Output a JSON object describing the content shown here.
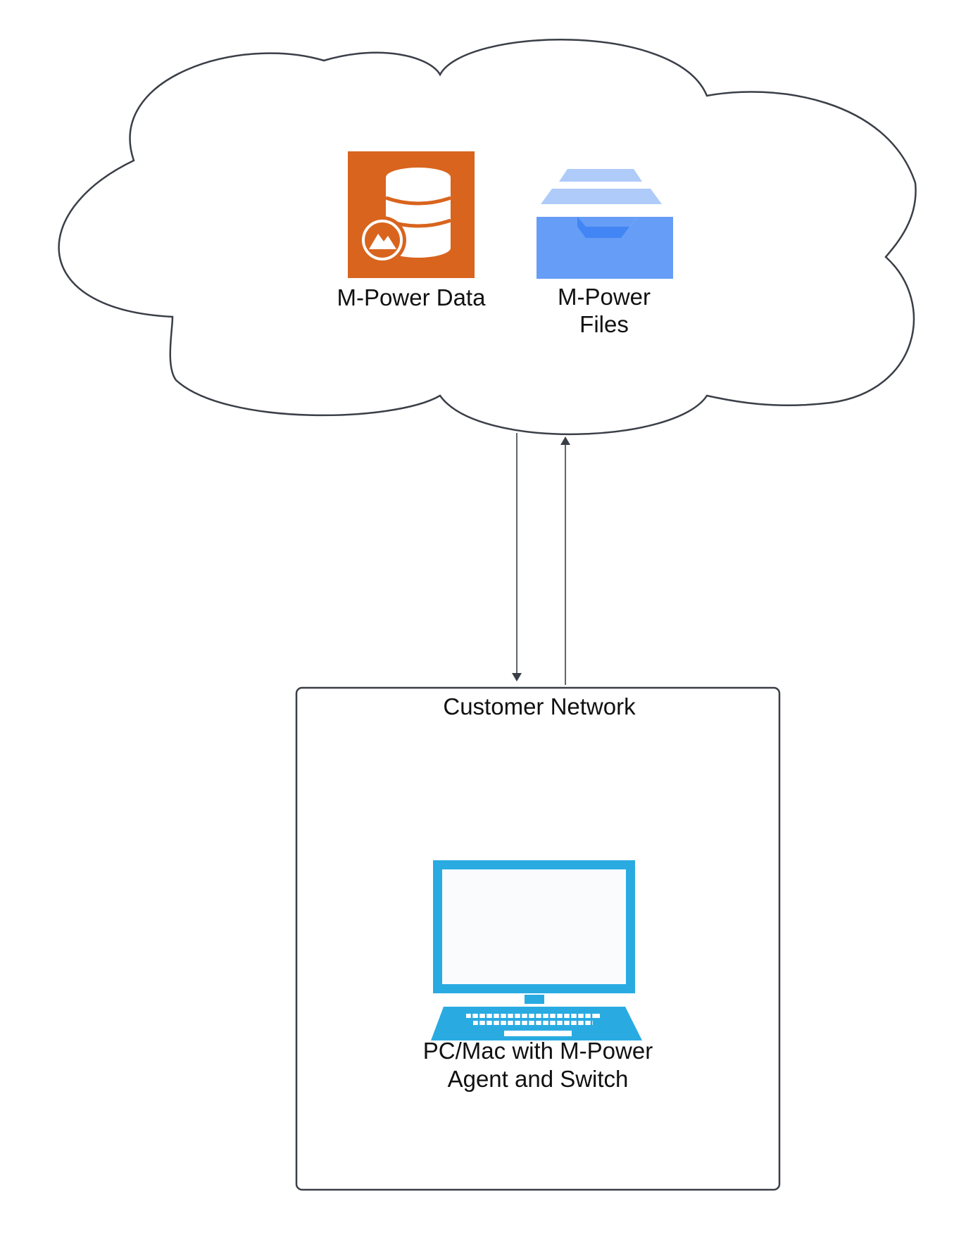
{
  "cloud": {
    "services": [
      {
        "name": "M-Power Data",
        "icon": "database-icon",
        "color": "#d9641e"
      },
      {
        "line1": "M-Power",
        "line2": "Files",
        "icon": "file-drawer-icon",
        "color": "#669df6"
      }
    ]
  },
  "network": {
    "title": "Customer Network",
    "device": {
      "line1": "PC/Mac with M-Power",
      "line2": "Agent and Switch",
      "icon": "laptop-icon",
      "color": "#29abe2"
    }
  },
  "connections": [
    {
      "from": "cloud",
      "to": "Customer Network",
      "direction": "down"
    },
    {
      "from": "Customer Network",
      "to": "cloud",
      "direction": "up"
    }
  ],
  "colors": {
    "stroke": "#3a3f47"
  }
}
